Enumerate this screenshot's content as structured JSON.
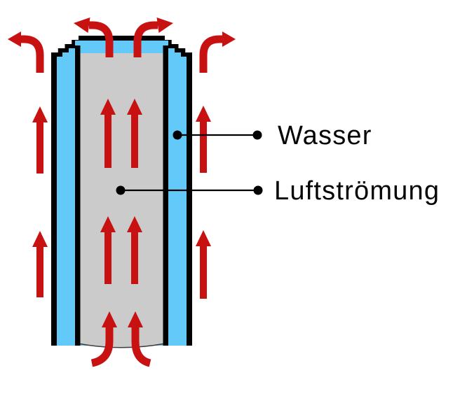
{
  "diagram": {
    "type": "flow-schematic",
    "labels": {
      "water": "Wasser",
      "airflow": "Luftströmung"
    },
    "colors": {
      "arrow_red": "#c81111",
      "water_blue": "#63c9f9",
      "air_gray": "#cbcbcb",
      "outline_black": "#000000",
      "background": "#ffffff"
    },
    "arrow_counts": {
      "inner_straight_up": 4,
      "inner_top_curved_out": 2,
      "bottom_intake_curved": 2,
      "outer_straight_up": 4,
      "outer_top_curved_out": 2
    }
  }
}
